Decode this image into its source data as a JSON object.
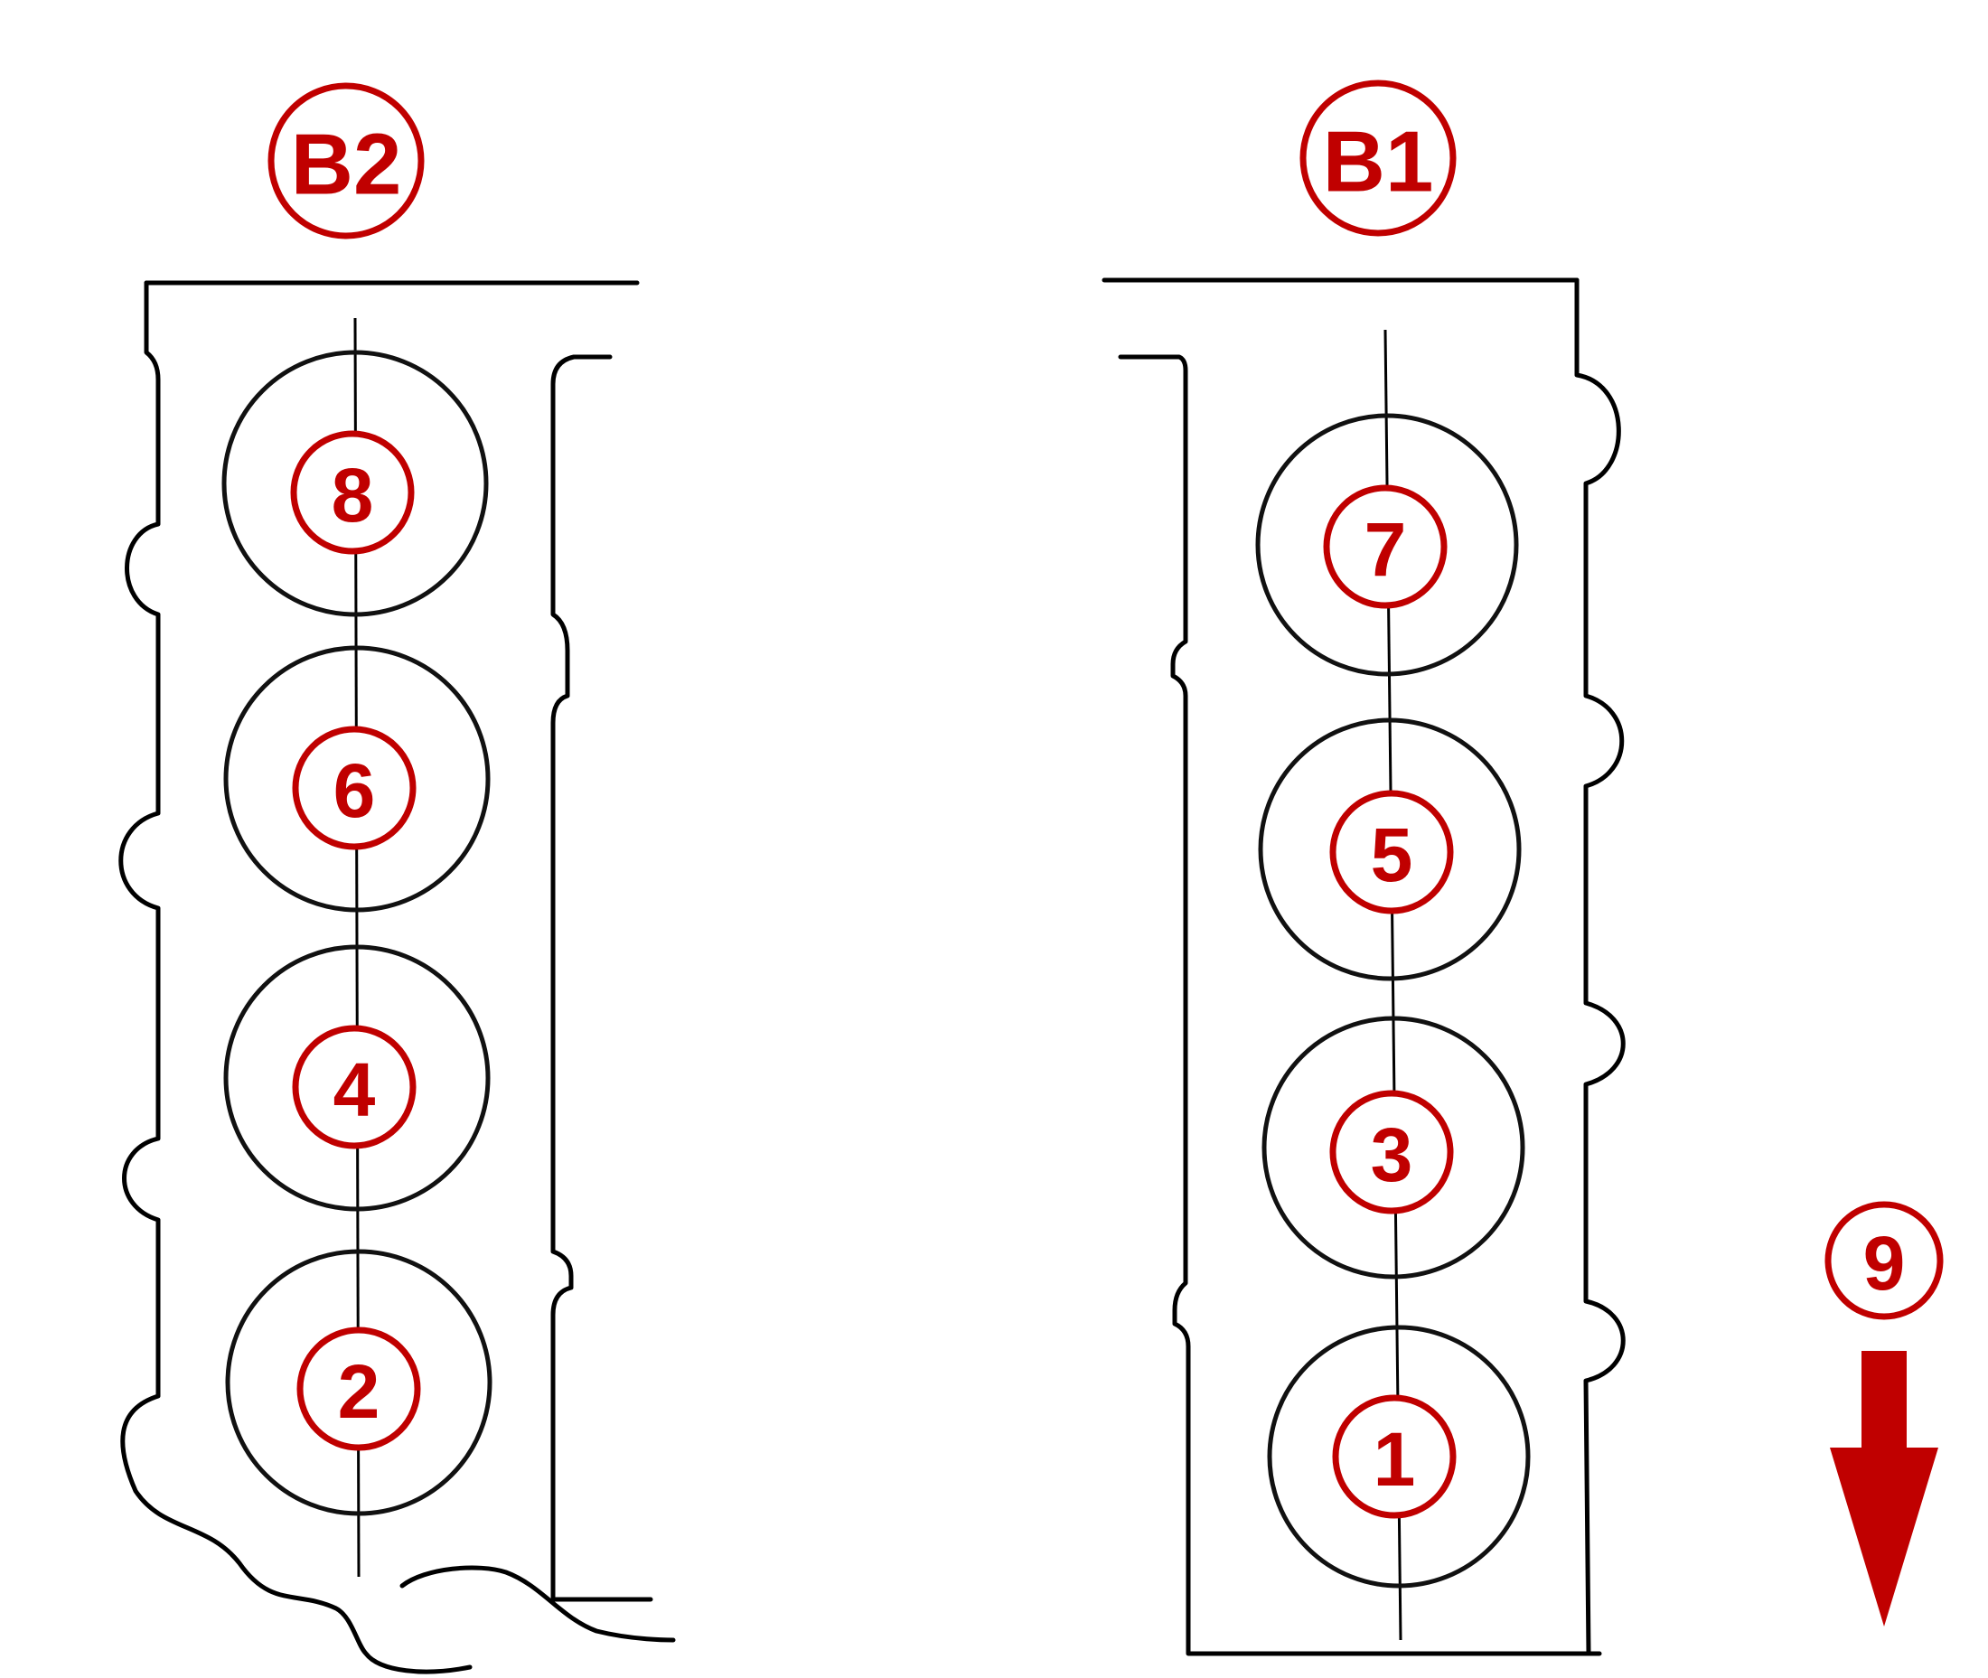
{
  "banks": [
    {
      "label": "B2",
      "cylinders": [
        "8",
        "6",
        "4",
        "2"
      ]
    },
    {
      "label": "B1",
      "cylinders": [
        "7",
        "5",
        "3",
        "1"
      ]
    }
  ],
  "direction_marker": {
    "label": "9",
    "icon": "arrow-down-icon"
  },
  "colors": {
    "accent": "#c00000",
    "line": "#000000",
    "background": "#ffffff"
  }
}
